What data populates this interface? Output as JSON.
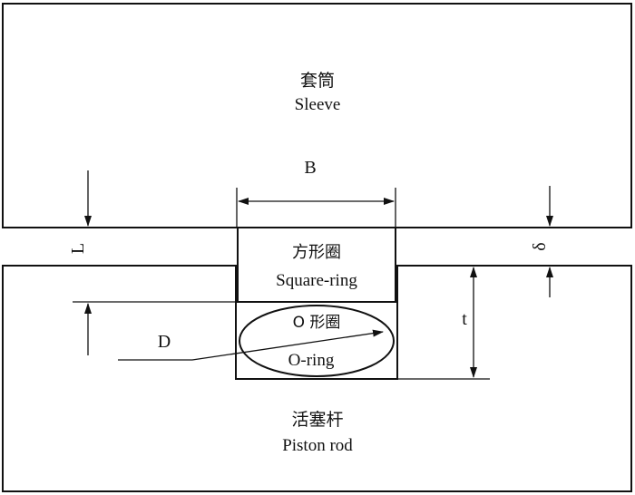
{
  "sleeve": {
    "label_zh": "套筒",
    "label_en": "Sleeve"
  },
  "square_ring": {
    "label_zh": "方形圈",
    "label_en": "Square-ring"
  },
  "o_ring": {
    "label_zh": "O 形圈",
    "label_en": "O-ring"
  },
  "piston_rod": {
    "label_zh": "活塞杆",
    "label_en": "Piston rod"
  },
  "dimensions": {
    "B": "B",
    "L": "L",
    "delta": "δ",
    "t": "t",
    "D": "D"
  }
}
